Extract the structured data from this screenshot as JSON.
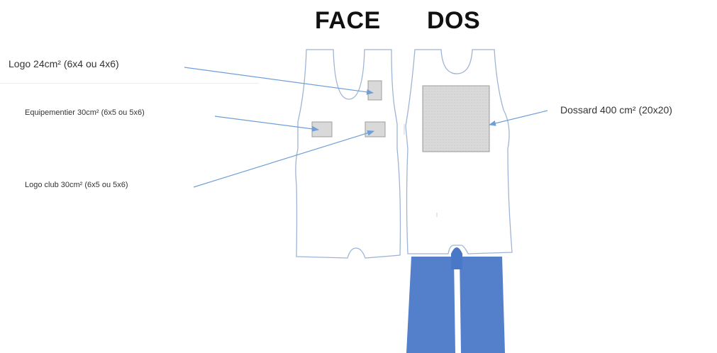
{
  "headings": {
    "face": "FACE",
    "dos": "DOS"
  },
  "annotations": {
    "logo_24": "Logo 24cm² (6x4 ou 4x6)",
    "equipementier": "Equipementier 30cm² (6x5 ou 5x6)",
    "logo_club": "Logo club 30cm² (6x5 ou 5x6)",
    "dossard": "Dossard 400 cm² (20x20)"
  },
  "colors": {
    "outline": "#9fb4d4",
    "arrow": "#6f9fd8",
    "patch_fill": "#d9d9d9",
    "patch_stroke": "#9c9c9c",
    "legs": "#4a78c8"
  }
}
